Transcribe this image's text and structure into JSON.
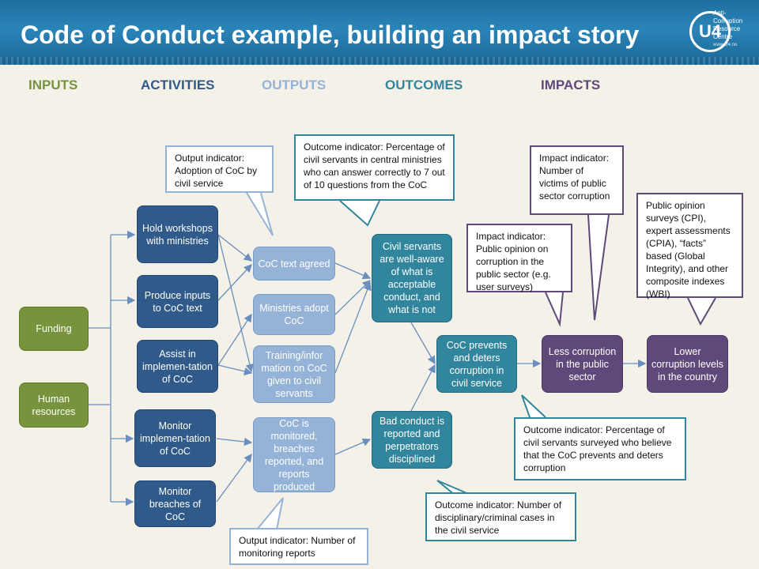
{
  "header": {
    "title": "Code of Conduct example, building an impact story",
    "logo": {
      "mark": "U4",
      "lines": [
        "Anti-",
        "Corruption",
        "Resource",
        "Centre"
      ],
      "url": "www.U4.no"
    }
  },
  "stages": [
    {
      "label": "INPUTS",
      "color": "#77933c"
    },
    {
      "label": "ACTIVITIES",
      "color": "#305a8a"
    },
    {
      "label": "OUTPUTS",
      "color": "#95b3d7"
    },
    {
      "label": "OUTCOMES",
      "color": "#31859c"
    },
    {
      "label": "IMPACTS",
      "color": "#5f497a"
    }
  ],
  "inputs": {
    "funding": "Funding",
    "human_resources": "Human resources"
  },
  "activities": {
    "hold_workshops": "Hold workshops with ministries",
    "produce_inputs": "Produce inputs to CoC text",
    "assist_implementation": "Assist in implemen-tation of CoC",
    "monitor_implementation": "Monitor implemen-tation of CoC",
    "monitor_breaches": "Monitor breaches of CoC"
  },
  "outputs": {
    "coc_text_agreed": "CoC text agreed",
    "ministries_adopt": "Ministries adopt CoC",
    "training": "Training/infor mation on CoC given to civil servants",
    "monitored": "CoC is monitored, breaches reported, and reports produced"
  },
  "outcomes": {
    "well_aware": "Civil servants are well-aware of what is acceptable conduct, and what is not",
    "bad_conduct": "Bad conduct is reported and perpetrators disciplined",
    "prevents": "CoC prevents and deters corruption in civil service"
  },
  "impacts": {
    "less_corruption": "Less corruption in the public sector",
    "lower_levels": "Lower corruption levels in the country"
  },
  "callouts": {
    "output_adoption": "Output indicator: Adoption of CoC by civil service",
    "outcome_percentage_questions": "Outcome indicator: Percentage of civil servants in central ministries who can answer correctly to 7 out of 10 questions from the CoC",
    "impact_victims": "Impact indicator: Number of victims of public sector corruption",
    "public_opinion_surveys": "Public opinion surveys (CPI), expert assessments (CPIA), “facts” based (Global Integrity), and other composite indexes (WBI)",
    "impact_public_opinion": "Impact indicator: Public opinion on corruption in the public sector (e.g. user surveys)",
    "outcome_believe": "Outcome indicator: Percentage of civil servants surveyed who believe that the CoC prevents and deters corruption",
    "outcome_cases": "Outcome indicator: Number of disciplinary/criminal cases in the civil service",
    "output_reports": "Output indicator: Number of monitoring reports"
  }
}
